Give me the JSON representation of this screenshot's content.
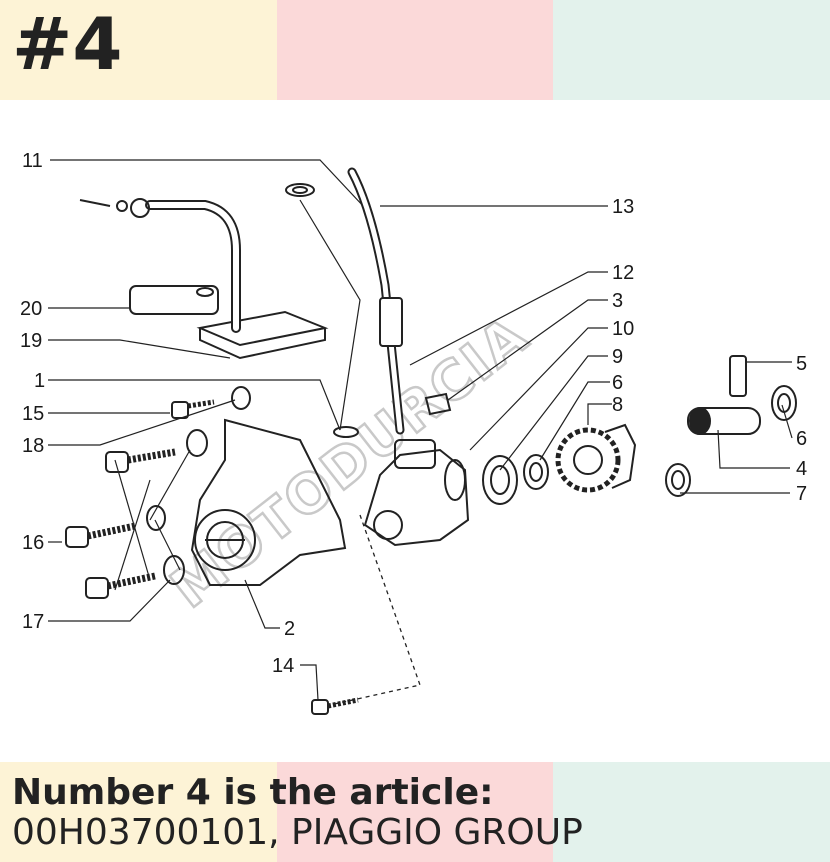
{
  "header": {
    "number": "#4"
  },
  "bands": {
    "colors": [
      "#fdf3d6",
      "#fbd9d9",
      "#e3f2ec"
    ]
  },
  "diagram": {
    "callouts": [
      "11",
      "13",
      "20",
      "12",
      "3",
      "19",
      "10",
      "1",
      "9",
      "5",
      "15",
      "6",
      "8",
      "18",
      "6",
      "4",
      "7",
      "16",
      "17",
      "2",
      "14"
    ],
    "watermark": "MOTODURCIA"
  },
  "caption": {
    "line1": "Number 4 is the article:",
    "line2": "00H03700101, PIAGGIO GROUP"
  }
}
